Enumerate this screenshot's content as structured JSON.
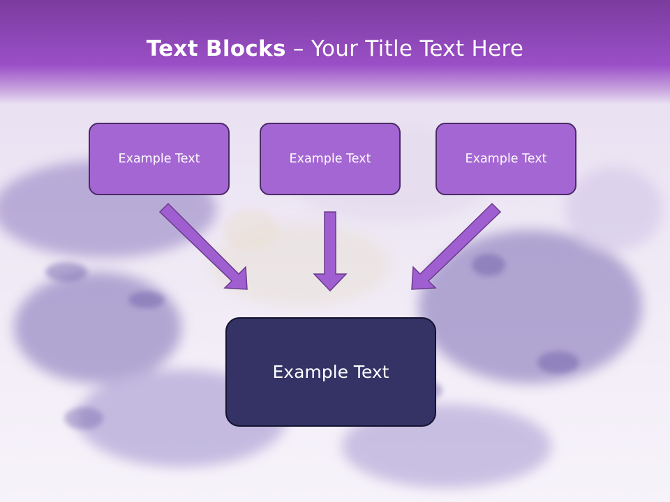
{
  "slide": {
    "title_bold": "Text Blocks",
    "title_rest": " – Your Title Text Here"
  },
  "blocks": [
    {
      "label": "Example Text"
    },
    {
      "label": "Example Text"
    },
    {
      "label": "Example Text"
    }
  ],
  "target": {
    "label": "Example Text"
  },
  "colors": {
    "title_band": "#9b4fc7",
    "small_box_fill": "#a466d2",
    "small_box_border": "#4b2a66",
    "target_fill": "#353366",
    "arrow_fill": "#a05fd0",
    "arrow_stroke": "#6a3a8c"
  }
}
